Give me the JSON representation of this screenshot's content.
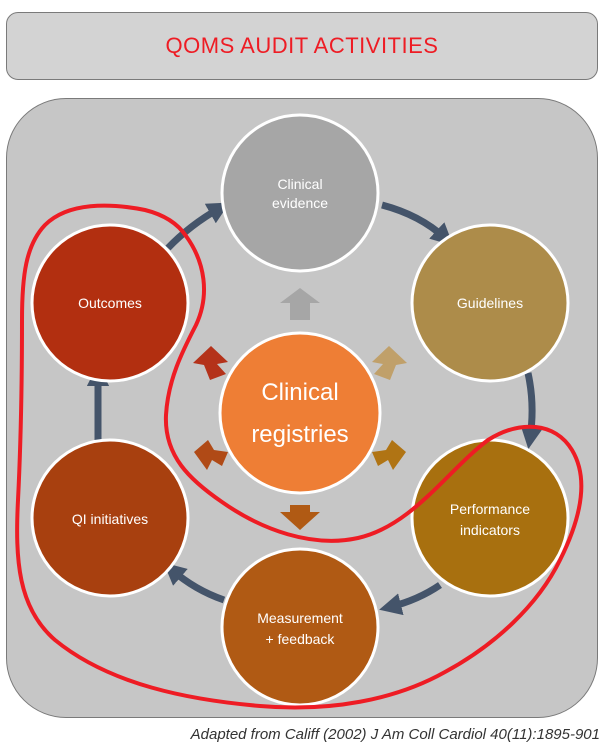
{
  "title": "QOMS AUDIT ACTIVITIES",
  "nodes": {
    "clinical_evidence": [
      "Clinical",
      "evidence"
    ],
    "guidelines": [
      "Guidelines"
    ],
    "performance_indicators": [
      "Performance",
      "indicators"
    ],
    "measurement_feedback": [
      "Measurement",
      "+ feedback"
    ],
    "qi_initiatives": [
      "QI initiatives"
    ],
    "outcomes": [
      "Outcomes"
    ],
    "center": [
      "Clinical",
      "registries"
    ]
  },
  "citation": "Adapted from Califf (2002) J Am Coll Cardiol 40(11):1895-901",
  "colors": {
    "title_text": "#ee1c24",
    "clinical_evidence": "#a6a6a6",
    "guidelines": "#ad8c4a",
    "performance_indicators": "#a8700f",
    "measurement_feedback": "#b05a14",
    "qi_initiatives": "#a8400f",
    "outcomes": "#b22f10",
    "center": "#ee7e35",
    "cycle_arrow": "#44546a",
    "highlight": "#ee1c24"
  }
}
